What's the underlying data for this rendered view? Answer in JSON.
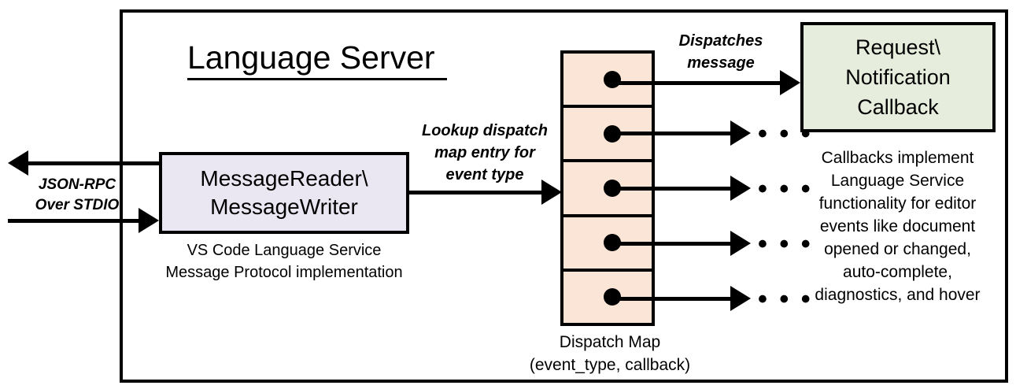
{
  "diagram": {
    "title": "Language Server",
    "frame_name": "language-server-boundary"
  },
  "io": {
    "protocol_label": "JSON-RPC\nOver STDIO",
    "protocol_line1": "JSON-RPC",
    "protocol_line2": "Over STDIO",
    "outbound_arrow": "arrow-left",
    "inbound_arrow": "arrow-right"
  },
  "reader": {
    "title_line1": "MessageReader\\",
    "title_line2": "MessageWriter",
    "title": "MessageReader\\ MessageWriter",
    "caption_line1": "VS Code Language Service",
    "caption_line2": "Message Protocol implementation",
    "fill": "#EAE7F2"
  },
  "lookup": {
    "line1": "Lookup dispatch",
    "line2": "map entry for",
    "line3": "event type"
  },
  "dispatch_map": {
    "caption_line1": "Dispatch Map",
    "caption_line2": "(event_type, callback)",
    "fill": "#FBE5D6",
    "row_count": 5,
    "rows": [
      {
        "index": 1,
        "target": "Request\\Notification Callback"
      },
      {
        "index": 2,
        "target": "..."
      },
      {
        "index": 3,
        "target": "..."
      },
      {
        "index": 4,
        "target": "..."
      },
      {
        "index": 5,
        "target": "..."
      }
    ]
  },
  "dispatch": {
    "line1": "Dispatches",
    "line2": "message"
  },
  "callback": {
    "title_line1": "Request\\",
    "title_line2": "Notification",
    "title_line3": "Callback",
    "fill": "#E7EDDC",
    "caption_line1": "Callbacks implement",
    "caption_line2": "Language Service",
    "caption_line3": "functionality for editor",
    "caption_line4": "events like document",
    "caption_line5": "opened or changed,",
    "caption_line6": "auto-complete,",
    "caption_line7": "diagnostics, and hover"
  },
  "ellipsis": {
    "glyph": "• • •"
  },
  "colors": {
    "stroke": "#000000",
    "background": "#FFFFFF",
    "reader_fill": "#EAE7F2",
    "map_fill": "#FBE5D6",
    "callback_fill": "#E7EDDC"
  }
}
